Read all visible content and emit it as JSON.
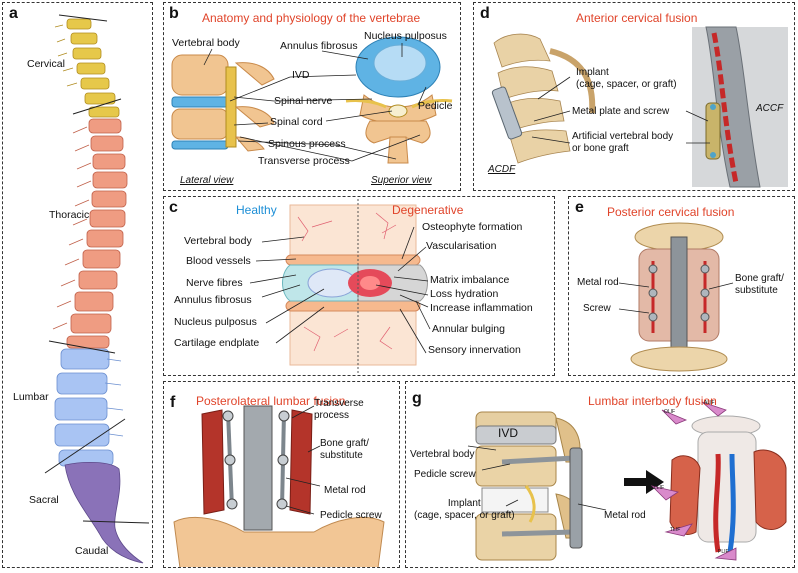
{
  "panel_a": {
    "label": "a",
    "regions": [
      "Cervical",
      "Thoracic",
      "Lumbar",
      "Sacral",
      "Caudal"
    ]
  },
  "panel_b": {
    "label": "b",
    "title": "Anatomy and physiology of the vertebrae",
    "labels": [
      "Vertebral body",
      "Annulus fibrosus",
      "Nucleus pulposus",
      "IVD",
      "Spinal nerve",
      "Pedicle",
      "Spinal cord",
      "Spinous process",
      "Transverse process"
    ],
    "views": [
      "Lateral view",
      "Superior view"
    ]
  },
  "panel_c": {
    "label": "c",
    "healthy": "Healthy",
    "degenerative": "Degenerative",
    "left_labels": [
      "Vertebral body",
      "Blood vessels",
      "Nerve fibres",
      "Annulus fibrosus",
      "Nucleus pulposus",
      "Cartilage endplate"
    ],
    "right_labels": [
      "Osteophyte formation",
      "Vascularisation",
      "Matrix imbalance",
      "Loss hydration",
      "Increase inflammation",
      "Annular bulging",
      "Sensory innervation"
    ]
  },
  "panel_d": {
    "label": "d",
    "title": "Anterior cervical fusion",
    "implant": [
      "Implant",
      "(cage, spacer, or graft)"
    ],
    "plate": "Metal plate and screw",
    "artificial": [
      "Artificial vertebral body",
      "or bone graft"
    ],
    "acdf": "ACDF",
    "accf": "ACCF"
  },
  "panel_e": {
    "label": "e",
    "title": "Posterior cervical fusion",
    "rod": "Metal rod",
    "screw": "Screw",
    "graft": [
      "Bone graft/",
      "substitute"
    ]
  },
  "panel_f": {
    "label": "f",
    "title": "Posterolateral lumbar fusion",
    "labels": [
      [
        "Transverse",
        "process"
      ],
      [
        "Bone graft/",
        "substitute"
      ],
      [
        "Metal rod"
      ],
      [
        "Pedicle screw"
      ]
    ]
  },
  "panel_g": {
    "label": "g",
    "title": "Lumbar interbody fusion",
    "ivd": "IVD",
    "vbody": "Vertebral body",
    "pscrew": "Pedicle screw",
    "implant": [
      "Implant",
      "(cage, spacer, or graft)"
    ],
    "rod": "Metal rod",
    "approaches": [
      "ALIF",
      "OLIF",
      "LLIF",
      "TLIF",
      "PLIF"
    ]
  },
  "colors": {
    "accent": "#e0442a",
    "healthy": "#1c8ed6",
    "cervical": "#e6c84a",
    "thoracic": "#ef9c82",
    "lumbar": "#a9c4f3",
    "sacral": "#8a72b8"
  }
}
